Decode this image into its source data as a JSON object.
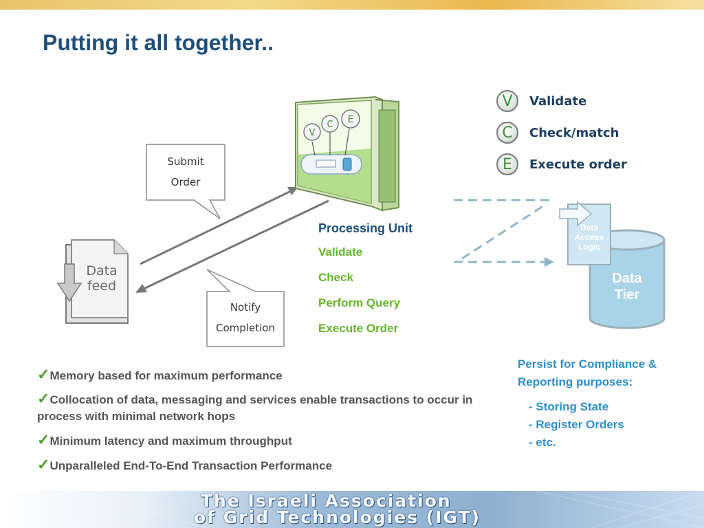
{
  "slide": {
    "title": "Putting it all together.."
  },
  "callouts": {
    "submit": [
      "Submit",
      "Order"
    ],
    "notify": [
      "Notify",
      "Completion"
    ]
  },
  "data_feed_icon": {
    "label_line1": "Data",
    "label_line2": "feed"
  },
  "legend": [
    {
      "letter": "V",
      "label": "Validate"
    },
    {
      "letter": "C",
      "label": "Check/match"
    },
    {
      "letter": "E",
      "label": "Execute order"
    }
  ],
  "server_icon": {
    "circles": [
      "V",
      "C",
      "E"
    ]
  },
  "processing_unit": {
    "title": "Processing Unit",
    "steps": [
      "Validate",
      "Check",
      "Perform Query",
      "Execute Order"
    ]
  },
  "data_tier": {
    "access_logic": [
      "Data",
      "Access",
      "Logic"
    ],
    "tier": [
      "Data",
      "Tier"
    ]
  },
  "bullets": [
    "Memory based for maximum performance",
    "Collocation of data, messaging and services enable transactions to occur in process with minimal network hops",
    "Minimum latency and maximum throughput",
    "Unparalleled End-To-End Transaction Performance"
  ],
  "persist": {
    "heading": "Persist for Compliance & Reporting purposes:",
    "items": [
      "- Storing State",
      "- Register Orders",
      "- etc."
    ]
  },
  "footer": {
    "line1": "The Israeli Association",
    "line2": "of Grid Technologies (IGT)"
  },
  "colors": {
    "title": "#1f4e79",
    "green_text": "#66b32e",
    "blue_text": "#2e8fc7",
    "check": "#4f9a2b"
  }
}
